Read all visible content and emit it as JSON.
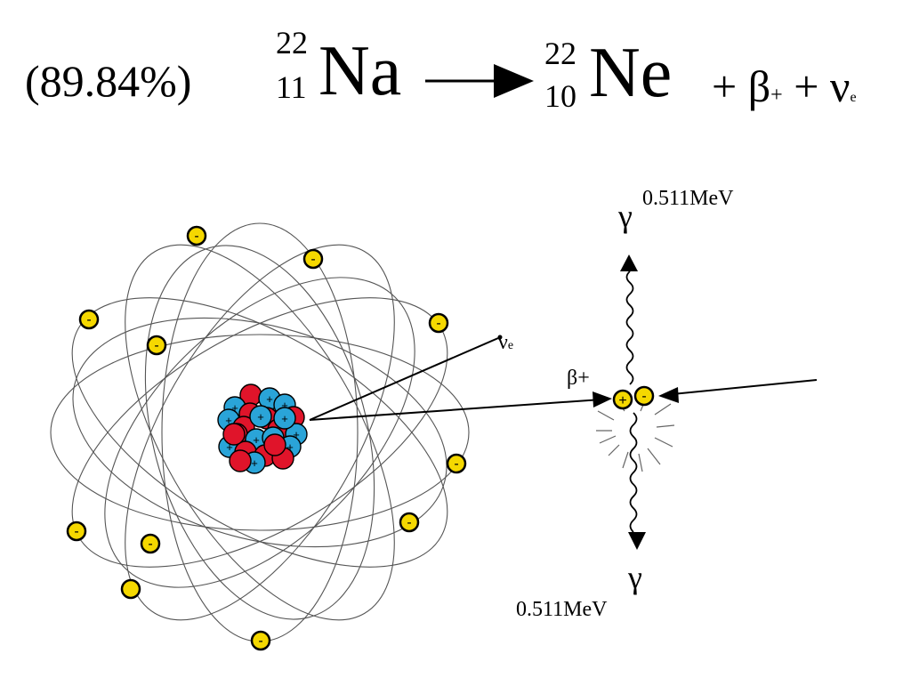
{
  "equation": {
    "branching_ratio": "(89.84%)",
    "parent": {
      "mass_number": "22",
      "atomic_number": "11",
      "symbol": "Na"
    },
    "daughter": {
      "mass_number": "22",
      "atomic_number": "10",
      "symbol": "Ne"
    },
    "products_text": "+ β",
    "positron_sign": "+",
    "plus": "+",
    "neutrino": "ν",
    "neutrino_subscript": "e"
  },
  "diagram": {
    "electron_sign": "-",
    "proton_sign": "+",
    "neutrino_label": "ν",
    "neutrino_label_sub": "e",
    "positron_label": "β+",
    "gamma_symbol": "γ",
    "gamma_top_energy": "0.511MeV",
    "gamma_bottom_energy": "0.511MeV",
    "colors": {
      "electron": "#f5d800",
      "proton": "#e0142a",
      "neutron": "#2aa4d8",
      "orbit": "#555555",
      "line": "#000000"
    }
  }
}
